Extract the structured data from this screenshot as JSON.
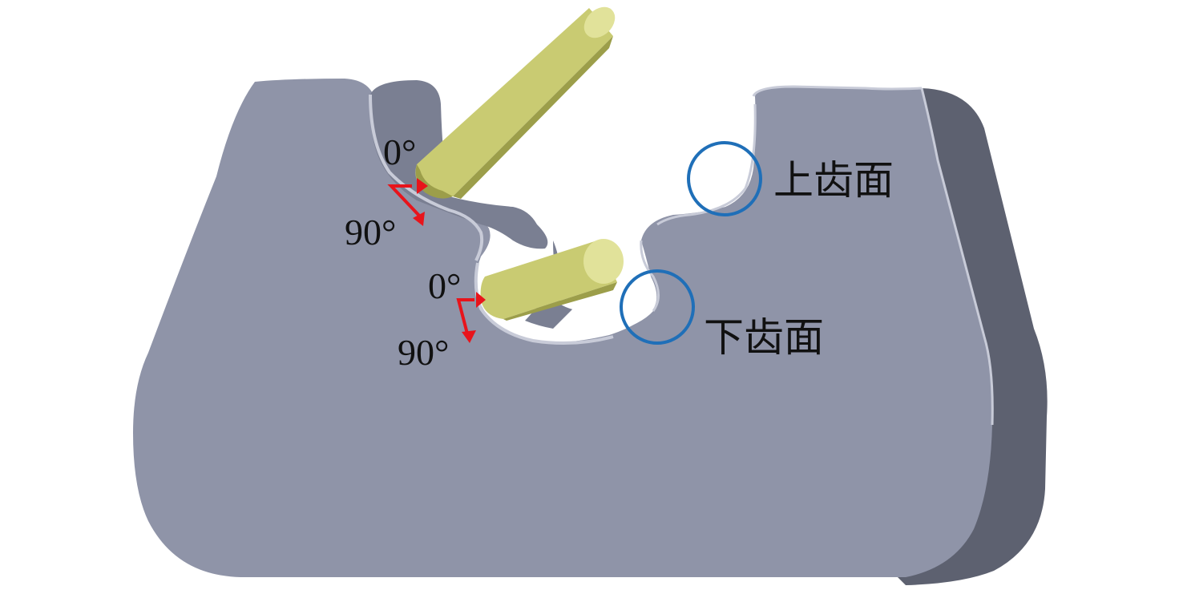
{
  "labels": {
    "upper_zero": "0°",
    "upper_ninety": "90°",
    "lower_zero": "0°",
    "lower_ninety": "90°",
    "upper_tooth_face": "上齿面",
    "lower_tooth_face": "下齿面"
  },
  "colors": {
    "block_face": "#8f94a8",
    "block_side": "#5d6170",
    "block_edge": "#c8cbd8",
    "block_inner": "#7a7f92",
    "rod": "#c9cb72",
    "rod_dark": "#9c9e4a",
    "rod_light": "#e1e29a",
    "arrow": "#e8141b",
    "circle": "#1f6fb8"
  }
}
